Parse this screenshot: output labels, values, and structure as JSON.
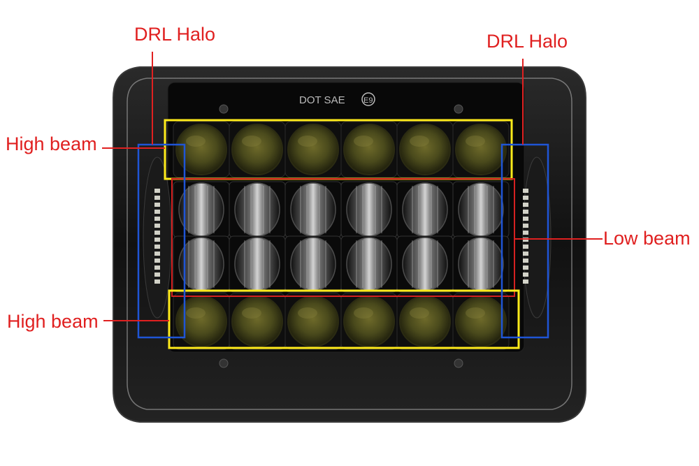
{
  "lamp": {
    "marking_text": "DOT SAE",
    "e_mark": "E9"
  },
  "labels": {
    "drl_left": "DRL Halo",
    "drl_right": "DRL Halo",
    "high_top": "High beam",
    "high_bottom": "High beam",
    "low": "Low beam"
  },
  "colors": {
    "label_text": "#e02020",
    "high_beam_box": "#ffeb1a",
    "low_beam_box": "#d42020",
    "drl_box": "#1f55d6",
    "housing": "#0c0c0c",
    "lens_glow": "#4a4a1c"
  }
}
